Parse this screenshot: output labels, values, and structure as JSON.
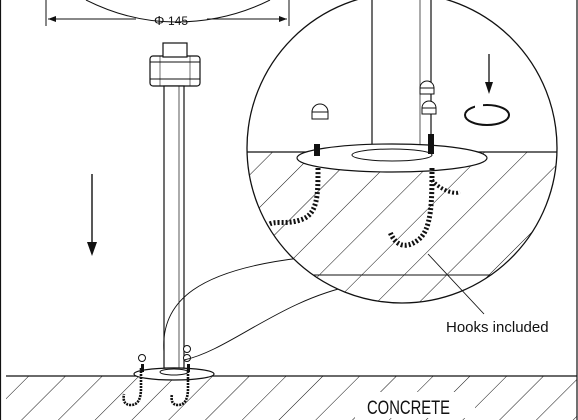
{
  "dimension": {
    "symbol": "Φ",
    "value": "145"
  },
  "labels": {
    "callout": "Hooks included",
    "ground": "CONCRETE"
  },
  "colors": {
    "line": "#111111",
    "hatch": "#111111",
    "background": "#ffffff"
  }
}
